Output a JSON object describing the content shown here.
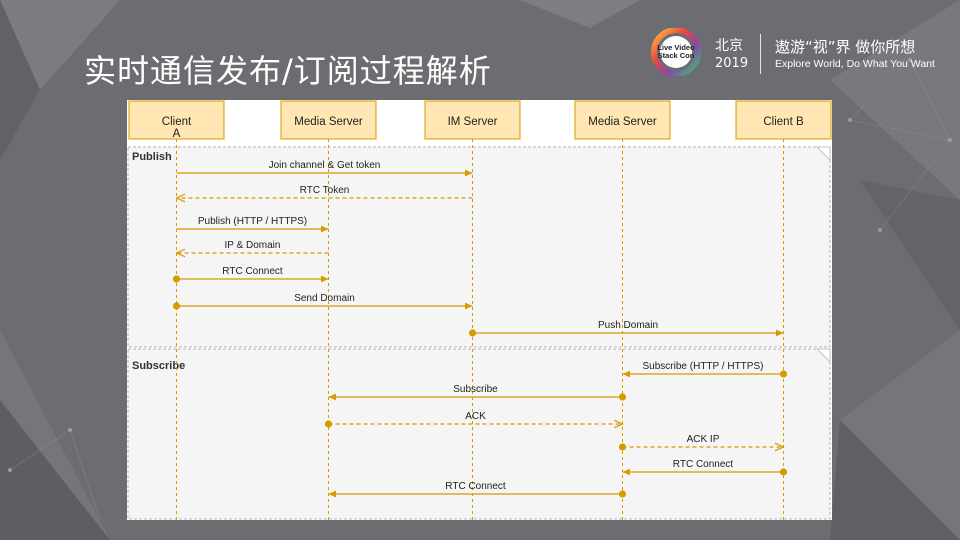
{
  "slide": {
    "title": "实时通信发布/订阅过程解析"
  },
  "brand": {
    "logo_line1": "Live Video",
    "logo_line2": "Stack Con",
    "city": "北京",
    "year": "2019",
    "slogan": "遨游“视”界 做你所想",
    "tagline": "Explore World, Do What You Want"
  },
  "colors": {
    "background": "#6b6d70",
    "participant_fill": "#ffe6b3",
    "participant_border": "#d79b00",
    "arrow": "#d79b00",
    "fragment_fill": "#f5f5f5",
    "fragment_border": "#b3b3b3"
  },
  "participants": [
    {
      "id": "client_a",
      "label_line1": "Client",
      "label_line2": "A"
    },
    {
      "id": "media_1",
      "label_line1": "Media Server",
      "label_line2": ""
    },
    {
      "id": "im",
      "label_line1": "IM Server",
      "label_line2": ""
    },
    {
      "id": "media_2",
      "label_line1": "Media Server",
      "label_line2": ""
    },
    {
      "id": "client_b",
      "label_line1": "Client B",
      "label_line2": ""
    }
  ],
  "fragments": [
    {
      "label": "Publish"
    },
    {
      "label": "Subscribe"
    }
  ],
  "messages": [
    {
      "from": "client_a",
      "to": "im",
      "label": "Join channel & Get token",
      "style": "solid",
      "start_dot": false
    },
    {
      "from": "im",
      "to": "client_a",
      "label": "RTC Token",
      "style": "dashed",
      "start_dot": false
    },
    {
      "from": "client_a",
      "to": "media_1",
      "label": "Publish (HTTP / HTTPS)",
      "style": "solid",
      "start_dot": false
    },
    {
      "from": "media_1",
      "to": "client_a",
      "label": "IP & Domain",
      "style": "dashed",
      "start_dot": false
    },
    {
      "from": "client_a",
      "to": "media_1",
      "label": "RTC Connect",
      "style": "solid",
      "start_dot": true
    },
    {
      "from": "client_a",
      "to": "im",
      "label": "Send Domain",
      "style": "solid",
      "start_dot": true
    },
    {
      "from": "im",
      "to": "client_b",
      "label": "Push Domain",
      "style": "solid",
      "start_dot": true
    },
    {
      "from": "client_b",
      "to": "media_2",
      "label": "Subscribe (HTTP / HTTPS)",
      "style": "solid",
      "start_dot": true
    },
    {
      "from": "media_2",
      "to": "media_1",
      "label": "Subscribe",
      "style": "solid",
      "start_dot": true
    },
    {
      "from": "media_1",
      "to": "media_2",
      "label": "ACK",
      "style": "dashed",
      "start_dot": true
    },
    {
      "from": "media_2",
      "to": "client_b",
      "label": "ACK IP",
      "style": "dashed",
      "start_dot": true
    },
    {
      "from": "client_b",
      "to": "media_2",
      "label": "RTC Connect",
      "style": "solid",
      "start_dot": true
    },
    {
      "from": "media_2",
      "to": "media_1",
      "label": "RTC Connect",
      "style": "solid",
      "start_dot": true
    }
  ]
}
